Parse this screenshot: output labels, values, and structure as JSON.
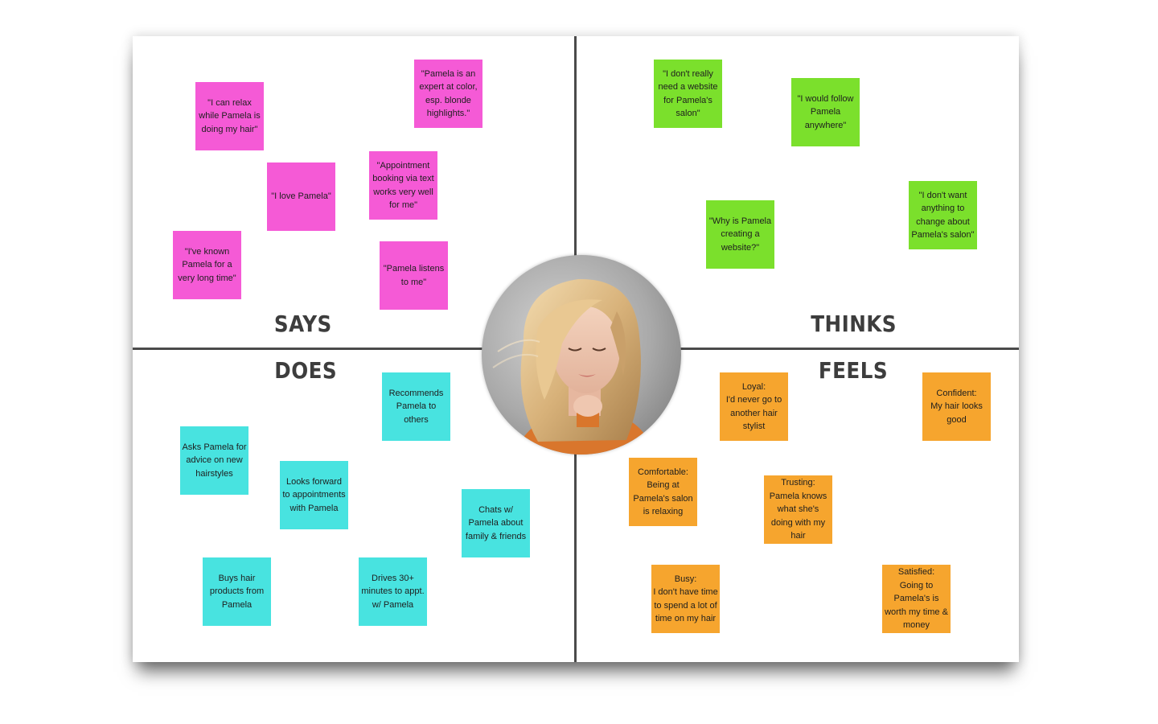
{
  "quadrants": {
    "says": "SAYS",
    "thinks": "THINKS",
    "does": "DOES",
    "feels": "FEELS"
  },
  "colors": {
    "says": "#f55ad6",
    "thinks": "#7be02c",
    "does": "#48e3e0",
    "feels": "#f6a52e"
  },
  "says_notes": [
    "\"I can relax while Pamela is doing my hair\"",
    "\"Pamela is an expert at color, esp. blonde highlights.\"",
    "\"I love Pamela\"",
    "\"Appointment booking via text works very well for me\"",
    "\"I've known Pamela for a very long time\"",
    "\"Pamela listens to me\""
  ],
  "thinks_notes": [
    "\"I don't really need a website for Pamela's salon\"",
    "\"I would follow Pamela anywhere\"",
    "\"Why is Pamela creating a website?\"",
    "\"I don't want anything to change about Pamela's salon\""
  ],
  "does_notes": [
    "Recommends Pamela to others",
    "Asks Pamela for advice on new hairstyles",
    "Looks forward to appointments with Pamela",
    "Chats w/ Pamela about family & friends",
    "Buys hair products from Pamela",
    "Drives 30+ minutes to appt. w/ Pamela"
  ],
  "feels_notes": [
    "Loyal:\nI'd never go to another hair stylist",
    "Confident:\nMy hair looks good",
    "Comfortable:\nBeing at Pamela's salon is relaxing",
    "Trusting:\nPamela knows what she's doing with my hair",
    "Busy:\nI don't have time to spend a lot of time on my hair",
    "Satisfied:\nGoing to Pamela's is worth my time & money"
  ]
}
